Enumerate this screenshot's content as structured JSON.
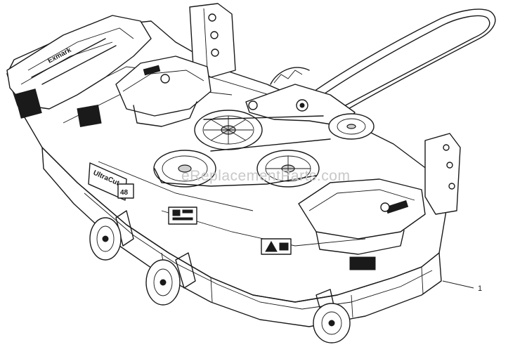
{
  "watermark": "eReplacementParts.com",
  "callouts": [
    {
      "label": "1"
    }
  ],
  "decals": {
    "brand_top": "Exmark",
    "deck_badge": "UltraCut",
    "deck_size": "48"
  },
  "colors": {
    "line": "#1a1a1a",
    "watermark": "#c8c8c8",
    "background": "#ffffff"
  }
}
